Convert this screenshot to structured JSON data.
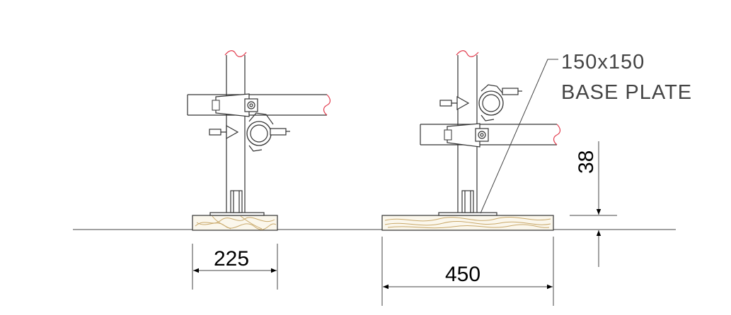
{
  "dimensions": {
    "small_width": "225",
    "large_width": "450",
    "plate_height": "38"
  },
  "annotation": {
    "line1": "150x150",
    "line2": "BASE PLATE"
  },
  "colors": {
    "line": "#333333",
    "break_mark": "#e23b4d",
    "timber_grain": "#c9a96b",
    "timber_fill": "#fbf7ec"
  }
}
